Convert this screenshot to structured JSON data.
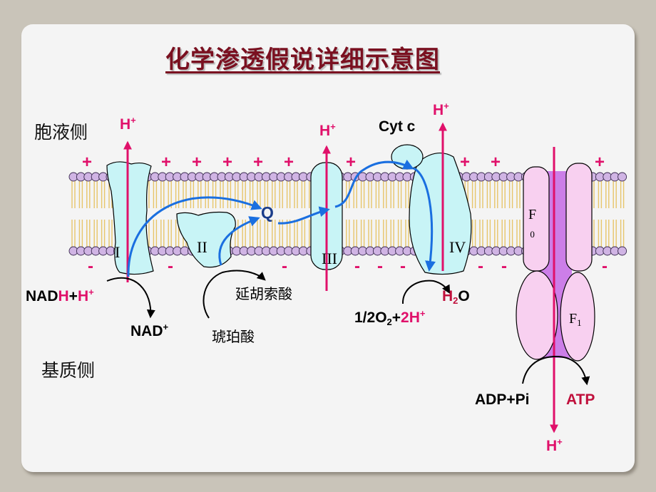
{
  "title": "化学渗透假说详细示意图",
  "cytosol_side_label": "胞液侧",
  "matrix_side_label": "基质侧",
  "proton": {
    "base": "H",
    "charge": "+"
  },
  "complexes": {
    "I": "I",
    "II": "II",
    "III": "III",
    "IV": "IV"
  },
  "atp_synthase": {
    "f0": "F",
    "f0_sub": "0",
    "f1": "F",
    "f1_sub": "1"
  },
  "carriers": {
    "q": "Q",
    "cytc": "Cyt c"
  },
  "nadh": {
    "prefix": "NAD",
    "h": "H",
    "plus_sign": "+"
  },
  "nad": {
    "base": "NAD",
    "charge": "+"
  },
  "succinate": "琥珀酸",
  "fumarate": "延胡索酸",
  "oxygen": {
    "half": "1/2O",
    "sub": "2",
    "plus_sign": "+",
    "two_h": "2H"
  },
  "water": {
    "h": "H",
    "sub": "2",
    "o": "O"
  },
  "adp": "ADP+Pi",
  "atp": "ATP",
  "plus_mark": "+",
  "minus_mark": "-",
  "colors": {
    "title": "#7a1020",
    "proton": "#e0106a",
    "atp": "#c0103c",
    "protein_fill": "#c8f4f6",
    "electron_arrow": "#1a6fe0",
    "synthase_fill": "#f8d0f0",
    "synthase_channel": "#cc7ee8",
    "lipid_head": "#d0b4e4",
    "lipid_tail": "#e7c56a"
  }
}
